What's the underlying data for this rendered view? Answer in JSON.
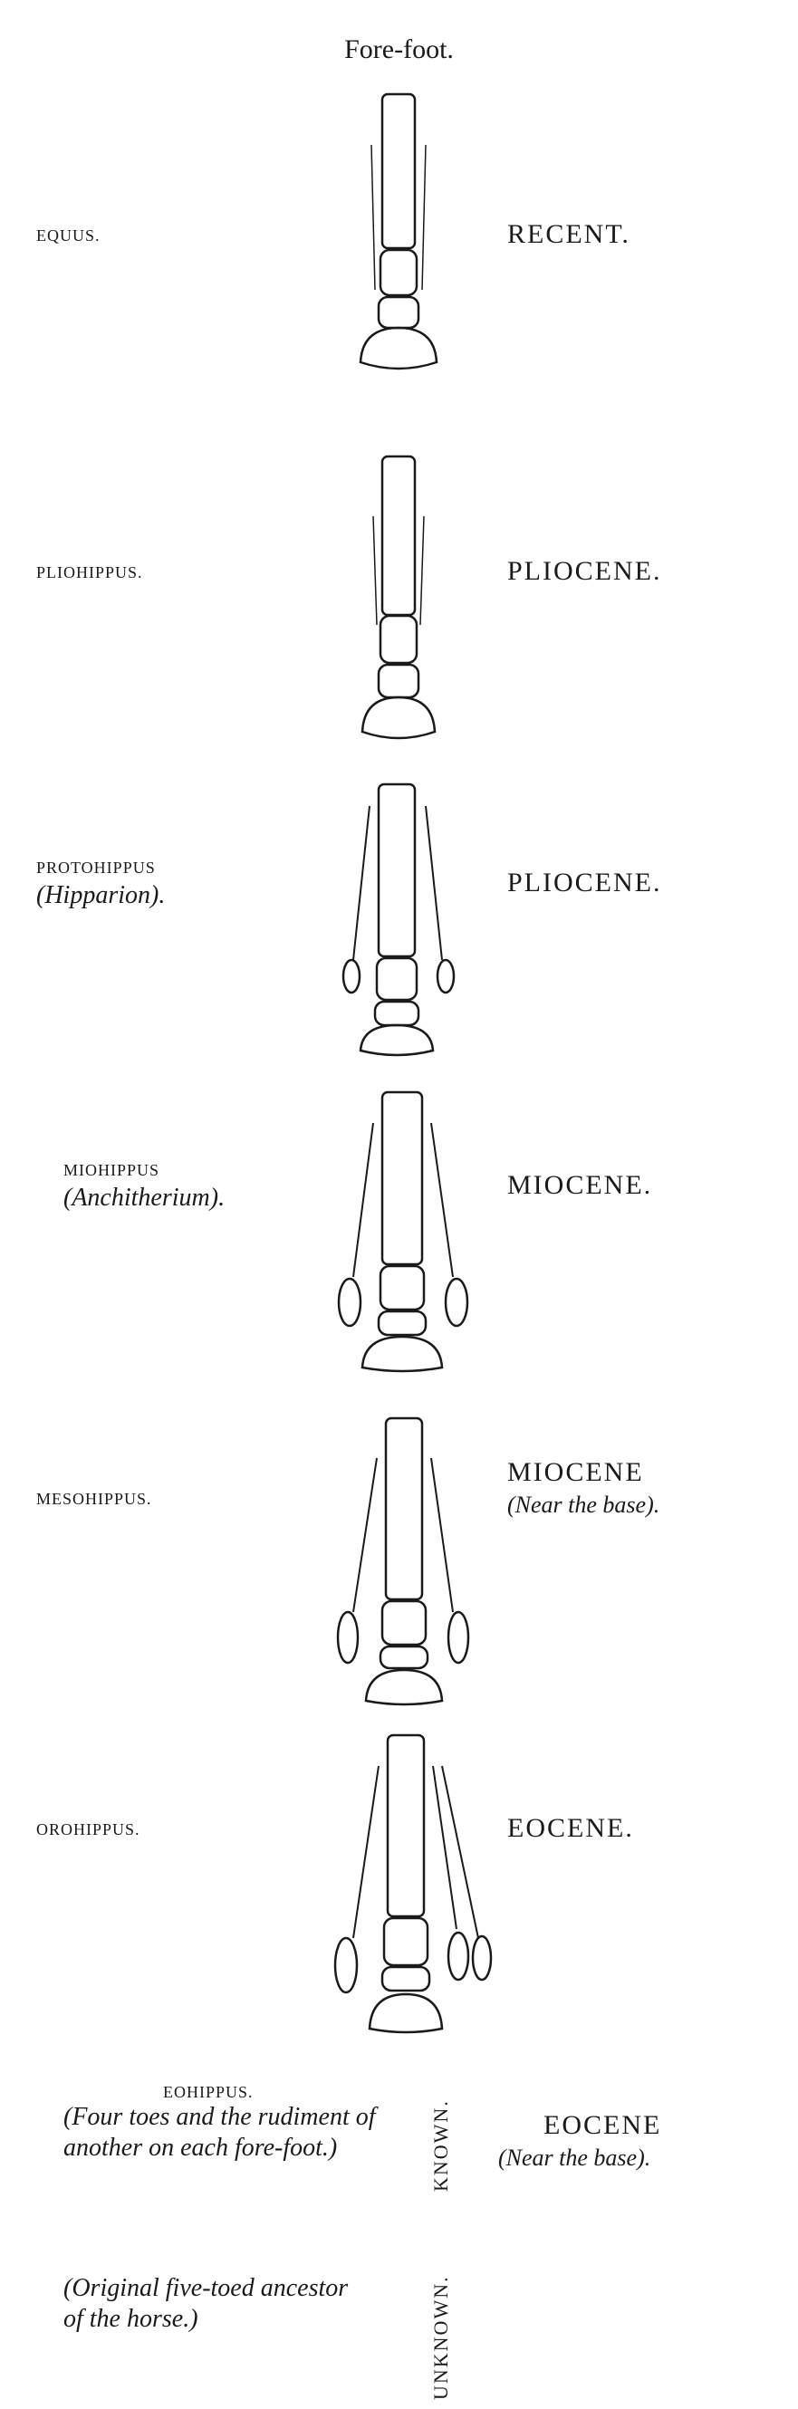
{
  "title": "Fore-foot.",
  "rows": [
    {
      "genus": "EQUUS.",
      "alt": "",
      "epoch": "RECENT.",
      "epoch_sub": "",
      "toes": 1
    },
    {
      "genus": "PLIOHIPPUS.",
      "alt": "",
      "epoch": "PLIOCENE.",
      "epoch_sub": "",
      "toes": 1
    },
    {
      "genus": "PROTOHIPPUS",
      "alt": "(Hipparion).",
      "epoch": "PLIOCENE.",
      "epoch_sub": "",
      "toes": 3
    },
    {
      "genus": "MIOHIPPUS",
      "alt": "(Anchitherium).",
      "epoch": "MIOCENE.",
      "epoch_sub": "",
      "toes": 3
    },
    {
      "genus": "MESOHIPPUS.",
      "alt": "",
      "epoch": "MIOCENE",
      "epoch_sub": "(Near the base).",
      "toes": 3
    },
    {
      "genus": "OROHIPPUS.",
      "alt": "",
      "epoch": "EOCENE.",
      "epoch_sub": "",
      "toes": 4
    }
  ],
  "eohippus": {
    "genus": "EOHIPPUS.",
    "note": "(Four toes and the rudiment of another on each fore-foot.)",
    "known": "KNOWN.",
    "epoch": "EOCENE",
    "epoch_sub": "(Near the base)."
  },
  "ancestor": {
    "note": "(Original five-toed ancestor of the horse.)",
    "unknown": "UNKNOWN."
  }
}
